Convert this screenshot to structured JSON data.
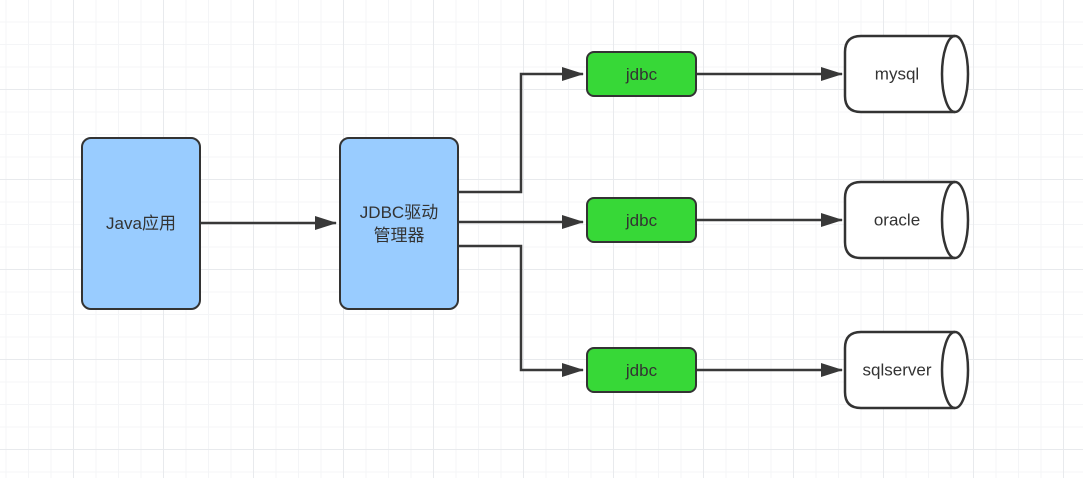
{
  "diagram": {
    "type": "flow-diagram",
    "nodes": {
      "java_app": {
        "label": "Java应用",
        "shape": "rounded-rect",
        "fill": "#99ccff"
      },
      "driver_manager": {
        "label_line1": "JDBC驱动",
        "label_line2": "管理器",
        "shape": "rounded-rect",
        "fill": "#99ccff"
      },
      "jdbc_top": {
        "label": "jdbc",
        "shape": "rounded-rect",
        "fill": "#37d837"
      },
      "jdbc_mid": {
        "label": "jdbc",
        "shape": "rounded-rect",
        "fill": "#37d837"
      },
      "jdbc_bottom": {
        "label": "jdbc",
        "shape": "rounded-rect",
        "fill": "#37d837"
      },
      "db_mysql": {
        "label": "mysql",
        "shape": "cylinder-horizontal",
        "fill": "#ffffff"
      },
      "db_oracle": {
        "label": "oracle",
        "shape": "cylinder-horizontal",
        "fill": "#ffffff"
      },
      "db_sqlserver": {
        "label": "sqlserver",
        "shape": "cylinder-horizontal",
        "fill": "#ffffff"
      }
    },
    "edges": [
      {
        "from": "java_app",
        "to": "driver_manager",
        "style": "arrow"
      },
      {
        "from": "driver_manager",
        "to": "jdbc_top",
        "style": "arrow-orthogonal"
      },
      {
        "from": "driver_manager",
        "to": "jdbc_mid",
        "style": "arrow"
      },
      {
        "from": "driver_manager",
        "to": "jdbc_bottom",
        "style": "arrow-orthogonal"
      },
      {
        "from": "jdbc_top",
        "to": "db_mysql",
        "style": "arrow"
      },
      {
        "from": "jdbc_mid",
        "to": "db_oracle",
        "style": "arrow"
      },
      {
        "from": "jdbc_bottom",
        "to": "db_sqlserver",
        "style": "arrow"
      }
    ],
    "colors": {
      "node_blue_fill": "#99ccff",
      "node_green_fill": "#37d837",
      "cylinder_fill": "#ffffff",
      "node_stroke": "#333333",
      "edge_color": "#383838",
      "text_color": "#333333",
      "grid_major": "#e8eaed",
      "grid_minor": "#f4f5f7",
      "background": "#ffffff"
    }
  }
}
